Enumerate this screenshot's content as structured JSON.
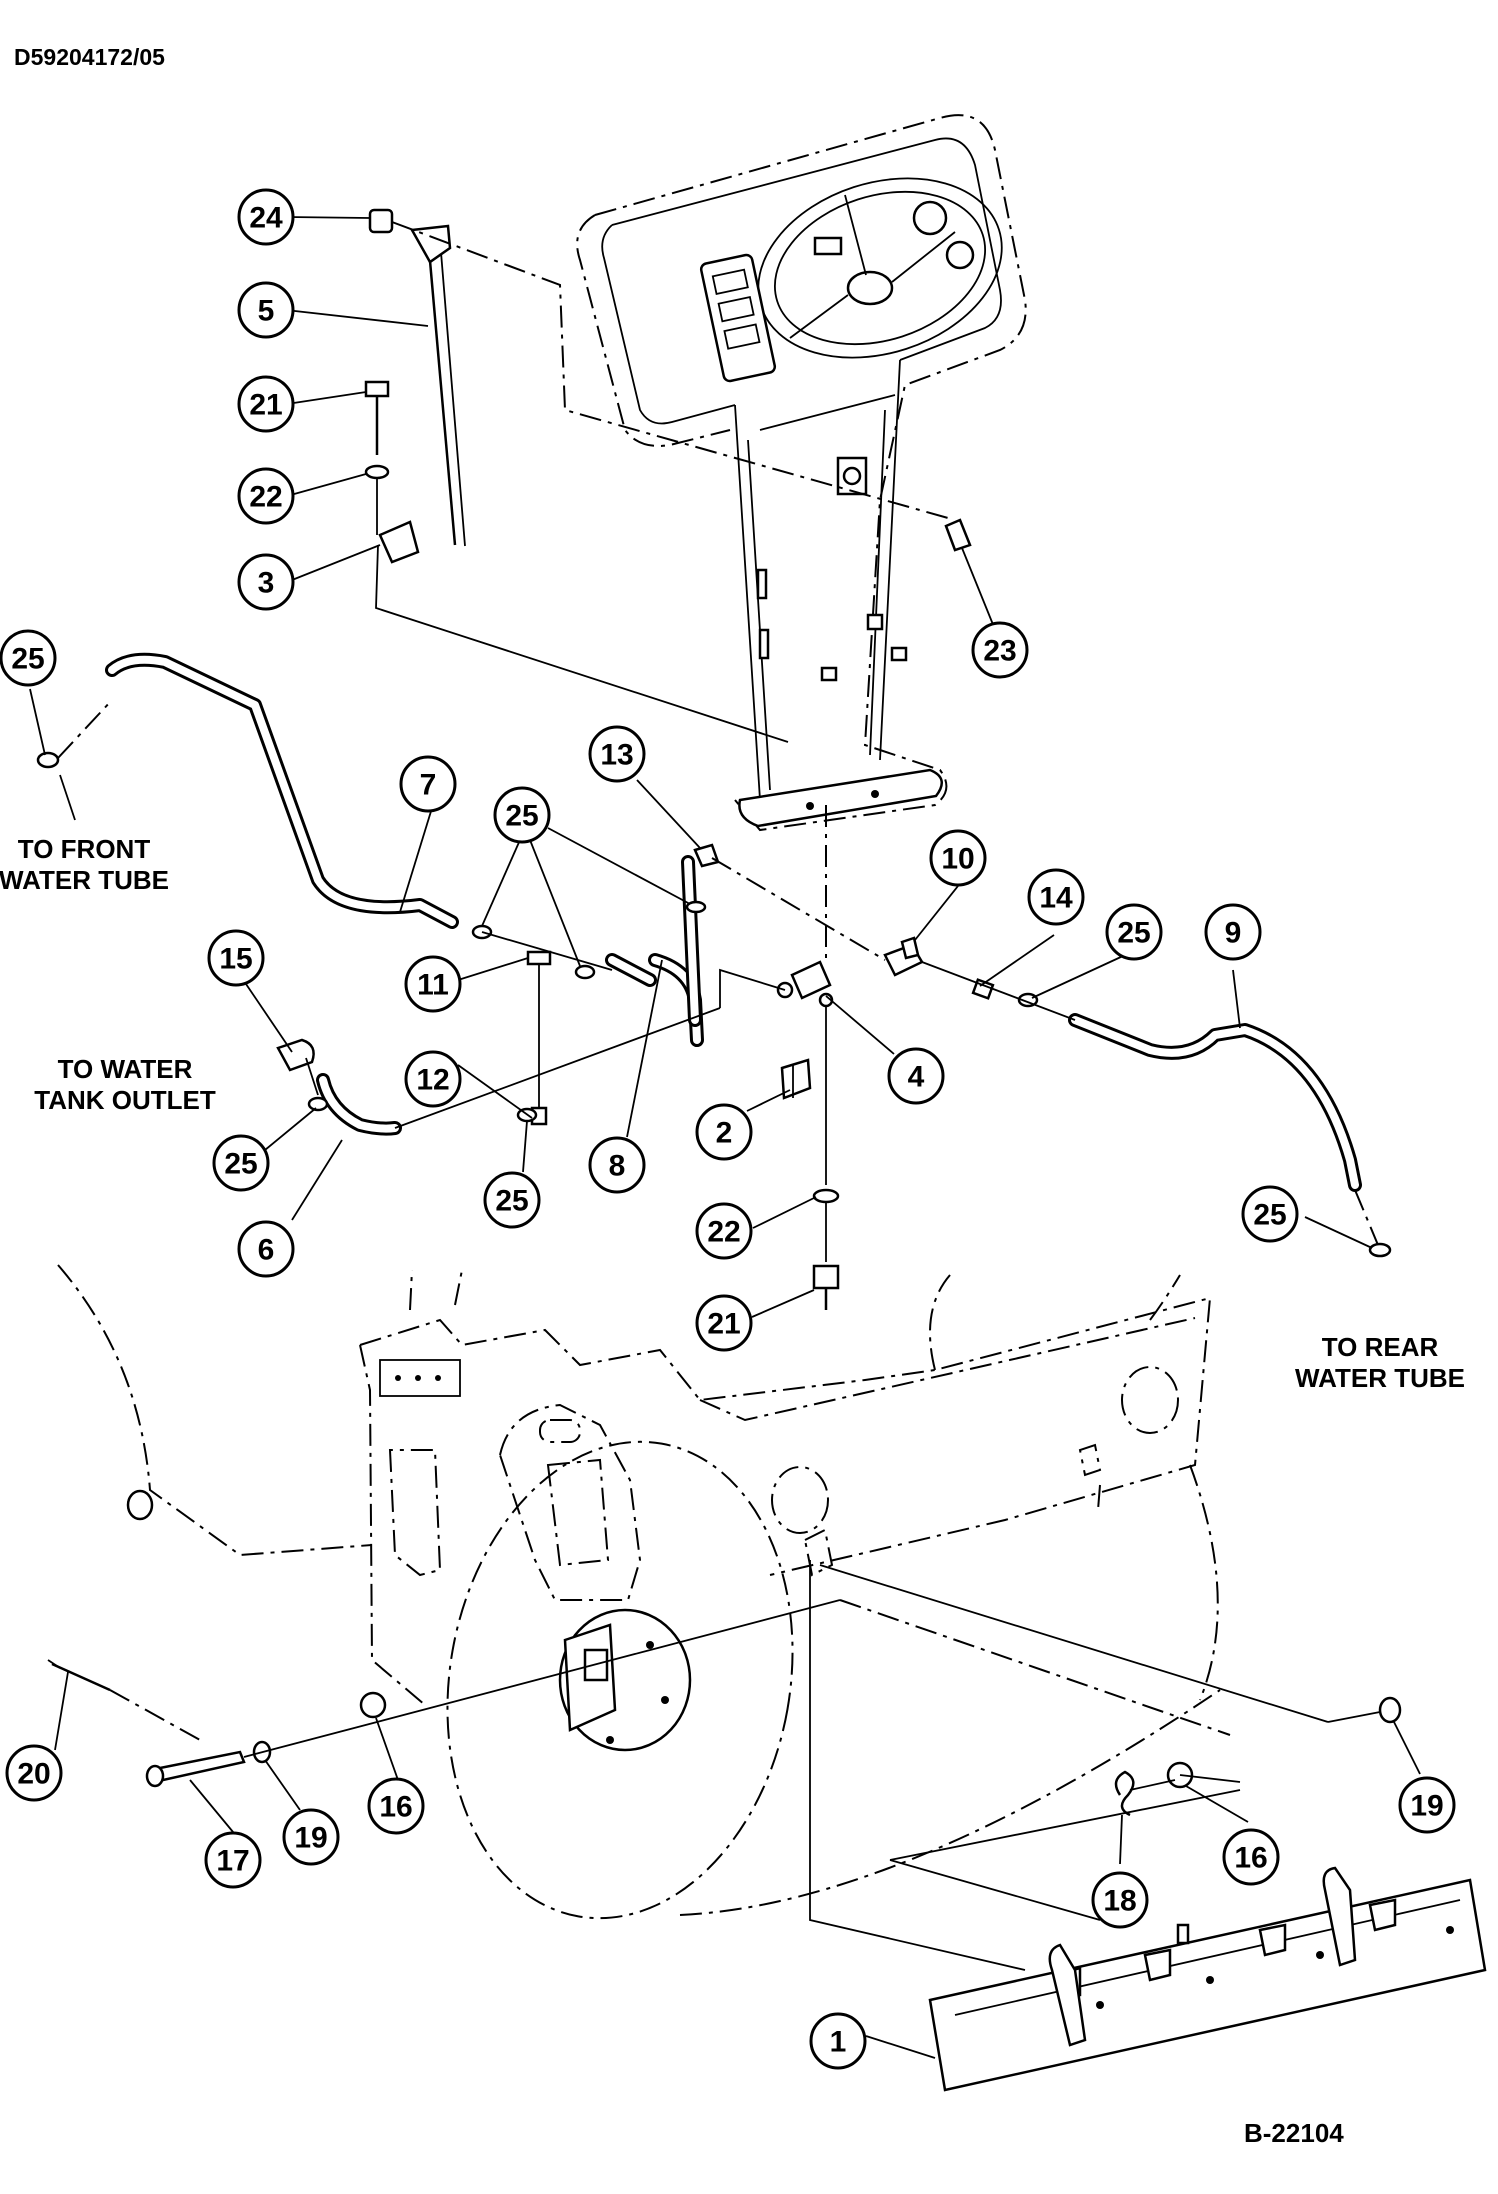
{
  "document_number": "D59204172/05",
  "figure_number": "B-22104",
  "callout_labels": {
    "front_water_tube": "TO FRONT\nWATER TUBE",
    "water_tank_outlet": "TO WATER\nTANK OUTLET",
    "rear_water_tube": "TO REAR\nWATER TUBE"
  },
  "part_callouts": [
    {
      "ref": "24"
    },
    {
      "ref": "5"
    },
    {
      "ref": "21"
    },
    {
      "ref": "22"
    },
    {
      "ref": "3"
    },
    {
      "ref": "23"
    },
    {
      "ref": "25"
    },
    {
      "ref": "7"
    },
    {
      "ref": "25"
    },
    {
      "ref": "13"
    },
    {
      "ref": "10"
    },
    {
      "ref": "14"
    },
    {
      "ref": "25"
    },
    {
      "ref": "9"
    },
    {
      "ref": "15"
    },
    {
      "ref": "11"
    },
    {
      "ref": "12"
    },
    {
      "ref": "4"
    },
    {
      "ref": "2"
    },
    {
      "ref": "25"
    },
    {
      "ref": "25"
    },
    {
      "ref": "8"
    },
    {
      "ref": "6"
    },
    {
      "ref": "22"
    },
    {
      "ref": "25"
    },
    {
      "ref": "21"
    },
    {
      "ref": "20"
    },
    {
      "ref": "17"
    },
    {
      "ref": "19"
    },
    {
      "ref": "16"
    },
    {
      "ref": "18"
    },
    {
      "ref": "16"
    },
    {
      "ref": "19"
    },
    {
      "ref": "1"
    }
  ]
}
